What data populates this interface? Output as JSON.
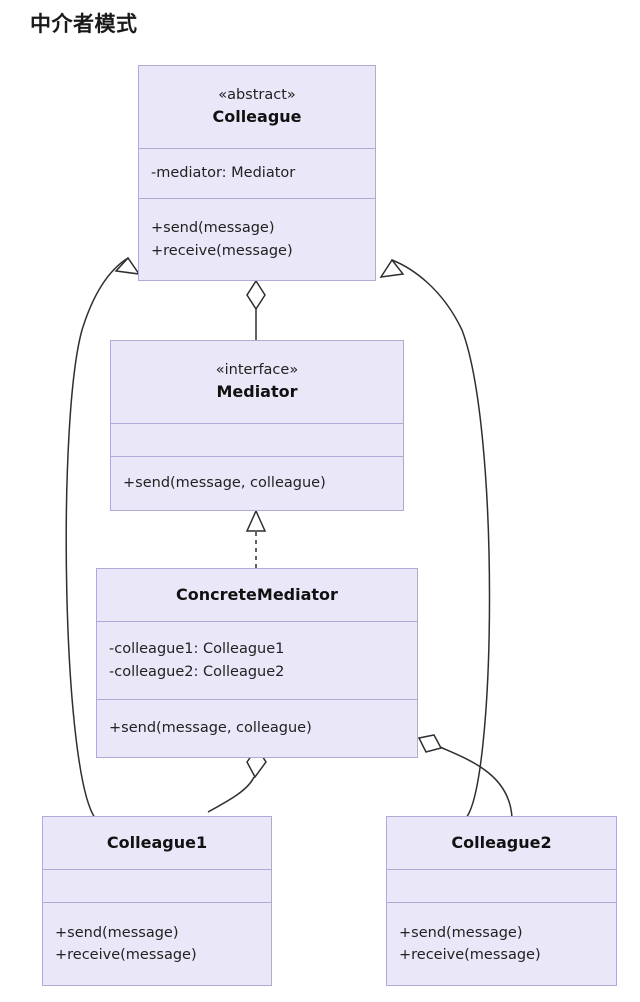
{
  "title": "中介者模式",
  "diagram": {
    "type": "uml-class-diagram",
    "classes": [
      {
        "id": "colleague",
        "stereotype": "«abstract»",
        "name": "Colleague",
        "attributes": [
          "-mediator: Mediator"
        ],
        "methods": [
          "+send(message)",
          "+receive(message)"
        ]
      },
      {
        "id": "mediator",
        "stereotype": "«interface»",
        "name": "Mediator",
        "attributes": [],
        "methods": [
          "+send(message, colleague)"
        ]
      },
      {
        "id": "concrete-mediator",
        "stereotype": "",
        "name": "ConcreteMediator",
        "attributes": [
          "-colleague1: Colleague1",
          "-colleague2: Colleague2"
        ],
        "methods": [
          "+send(message, colleague)"
        ]
      },
      {
        "id": "colleague1",
        "stereotype": "",
        "name": "Colleague1",
        "attributes": [],
        "methods": [
          "+send(message)",
          "+receive(message)"
        ]
      },
      {
        "id": "colleague2",
        "stereotype": "",
        "name": "Colleague2",
        "attributes": [],
        "methods": [
          "+send(message)",
          "+receive(message)"
        ]
      }
    ],
    "relations": [
      {
        "id": "rel-colleague1-inherits",
        "from": "colleague1",
        "to": "colleague",
        "kind": "generalization",
        "style": "solid",
        "marker": "hollow-triangle"
      },
      {
        "id": "rel-colleague2-inherits",
        "from": "colleague2",
        "to": "colleague",
        "kind": "generalization",
        "style": "solid",
        "marker": "hollow-triangle"
      },
      {
        "id": "rel-colleague-aggregates-mediator",
        "from": "colleague",
        "to": "mediator",
        "kind": "aggregation",
        "style": "solid",
        "marker": "hollow-diamond"
      },
      {
        "id": "rel-concretemediator-realizes-mediator",
        "from": "concrete-mediator",
        "to": "mediator",
        "kind": "realization",
        "style": "dashed",
        "marker": "hollow-triangle"
      },
      {
        "id": "rel-concretemediator-aggregates-colleague1",
        "from": "concrete-mediator",
        "to": "colleague1",
        "kind": "aggregation",
        "style": "solid",
        "marker": "hollow-diamond"
      },
      {
        "id": "rel-concretemediator-aggregates-colleague2",
        "from": "concrete-mediator",
        "to": "colleague2",
        "kind": "aggregation",
        "style": "solid",
        "marker": "hollow-diamond"
      }
    ]
  },
  "colors": {
    "class_fill": "#e9e7f8",
    "class_border": "#b3a9d4",
    "edge_line": "#2f2f2f",
    "text": "#1a1a1a",
    "background": "#ffffff"
  }
}
